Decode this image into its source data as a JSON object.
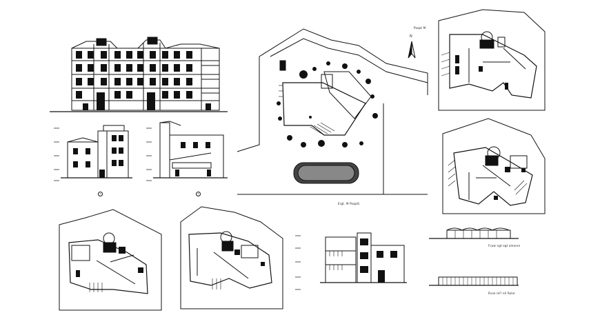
{
  "drawing": {
    "background": "#ffffff",
    "line_color": "#111111",
    "panels": [
      {
        "id": "front-elevation"
      },
      {
        "id": "side-elevation-a",
        "marker": "3"
      },
      {
        "id": "side-elevation-b",
        "marker": "4"
      },
      {
        "id": "site-plan"
      },
      {
        "id": "floor-plan-1"
      },
      {
        "id": "floor-plan-2"
      },
      {
        "id": "floor-plan-3"
      },
      {
        "id": "floor-plan-4"
      },
      {
        "id": "rear-elevation"
      },
      {
        "id": "fence-elevation-1"
      },
      {
        "id": "fence-elevation-2"
      }
    ],
    "labels": {
      "site_plan": "Ergt. M  Poqatt.",
      "site_top": "Poqat M",
      "north": "N",
      "fence_1": "Fcow ngt egt amoron",
      "fence_2": "Rcoe ikl? ell Rolor"
    }
  }
}
